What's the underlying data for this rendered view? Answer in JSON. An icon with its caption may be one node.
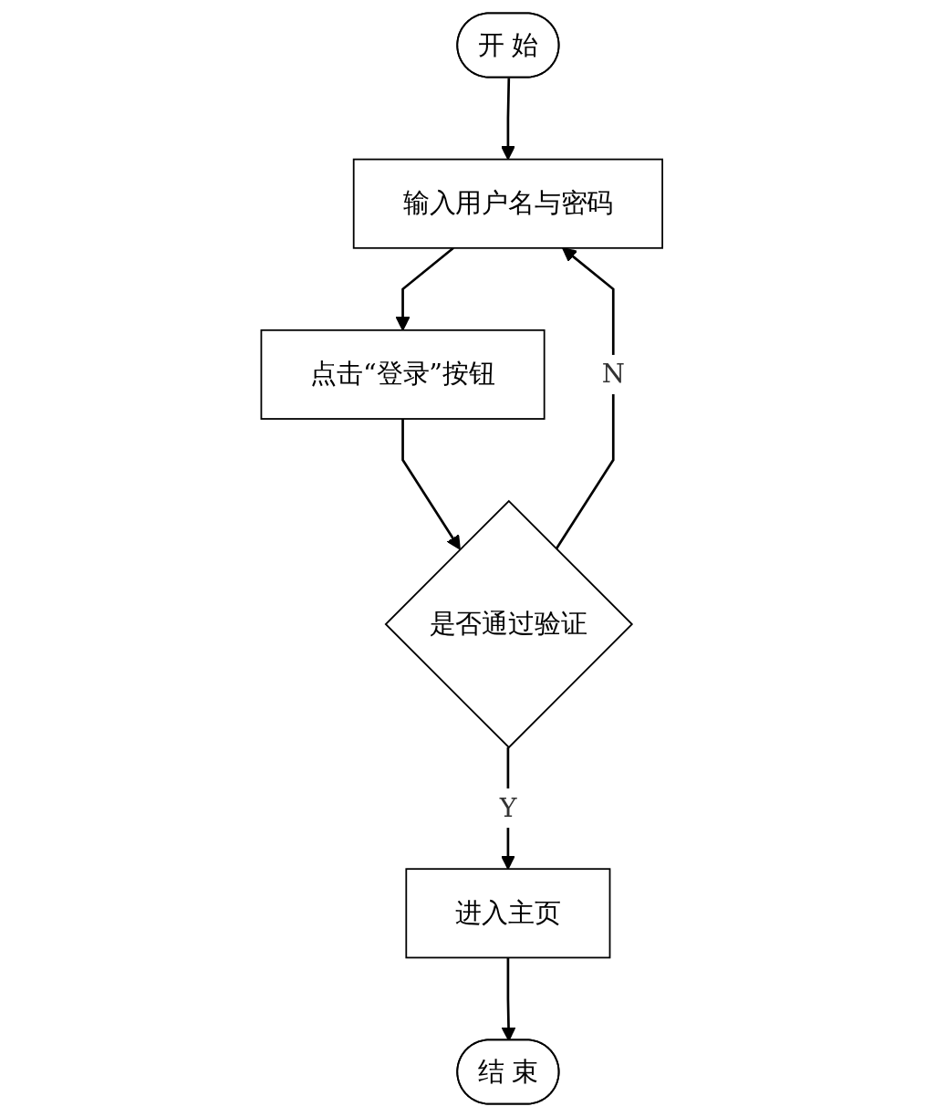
{
  "diagram": {
    "nodes": [
      {
        "text": [
          "开 始"
        ]
      },
      {
        "text": [
          "输入用户名与密码"
        ]
      },
      {
        "text": [
          "点击“登录”按钮"
        ]
      },
      {
        "text": [
          "是否通过验证"
        ]
      },
      {
        "text": [
          "进入主页"
        ]
      },
      {
        "text": [
          "结 束"
        ]
      }
    ],
    "edges": [
      {
        "from": 0,
        "to": 1,
        "arrow": "to"
      },
      {
        "from": 1,
        "to": 2,
        "arrow": "to"
      },
      {
        "from": 2,
        "to": 3,
        "arrow": "to"
      },
      {
        "from": 3,
        "to": 4,
        "arrow": "to",
        "label": "Y"
      },
      {
        "from": 3,
        "to": 1,
        "arrow": "to",
        "label": "N"
      },
      {
        "from": 4,
        "to": 5,
        "arrow": "to"
      }
    ]
  }
}
